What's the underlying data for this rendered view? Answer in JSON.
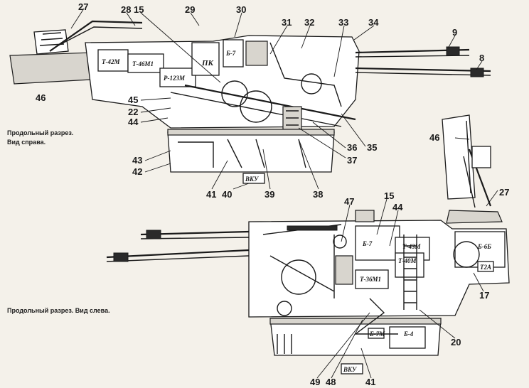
{
  "captions": {
    "right_view_line1": "Продольный разрез.",
    "right_view_line2": "Вид справа.",
    "left_view": "Продольный разрез. Вид слева."
  },
  "block_labels": {
    "t42m": "Т-42М",
    "t46m1": "Т-46М1",
    "r123m": "Р-123М",
    "pk": "ПК",
    "b7_top": "Б-7",
    "vku_top": "ВКУ",
    "b7_bottom": "Б-7",
    "t43m": "Т-43М",
    "t40m": "Т-40М",
    "t36m1": "Т-36М1",
    "b6b": "Б-6Б",
    "t2a": "Т2А",
    "b4": "Б-4",
    "b7m": "Б-7М",
    "vku_bottom": "ВКУ"
  },
  "callouts": {
    "n27_top": "27",
    "n28": "28",
    "n15_top": "15",
    "n29": "29",
    "n30": "30",
    "n31": "31",
    "n32": "32",
    "n33": "33",
    "n34": "34",
    "n9": "9",
    "n8": "8",
    "n46_left": "46",
    "n45": "45",
    "n22": "22",
    "n44_top": "44",
    "n43": "43",
    "n42": "42",
    "n41_top": "41",
    "n40": "40",
    "n39": "39",
    "n38": "38",
    "n37": "37",
    "n36": "36",
    "n35": "35",
    "n46_right": "46",
    "n27_right": "27",
    "n47": "47",
    "n15_bottom": "15",
    "n44_bottom": "44",
    "n17": "17",
    "n20": "20",
    "n49": "49",
    "n48": "48",
    "n41_bottom": "41"
  }
}
